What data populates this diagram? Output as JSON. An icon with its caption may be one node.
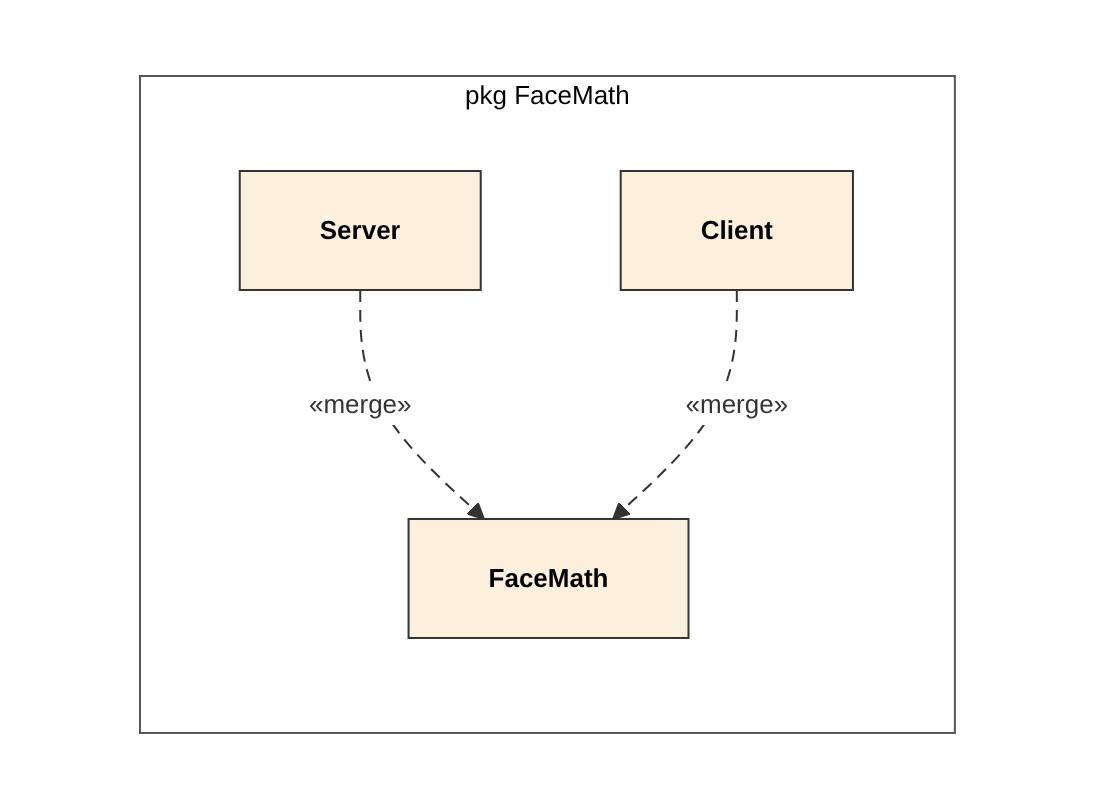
{
  "diagram": {
    "nodes": [
      {
        "text": [
          "pkg FaceMath"
        ]
      },
      {
        "text": [
          "Server"
        ],
        "in": 0
      },
      {
        "text": [
          "Client"
        ],
        "in": 0
      },
      {
        "text": [
          "FaceMath"
        ],
        "in": 0
      }
    ],
    "edges": [
      {
        "from": 1,
        "to": 3,
        "arrow": "to",
        "label": "«merge»",
        "style": "dashed"
      },
      {
        "from": 2,
        "to": 3,
        "arrow": "to",
        "label": "«merge»",
        "style": "dashed"
      }
    ]
  }
}
